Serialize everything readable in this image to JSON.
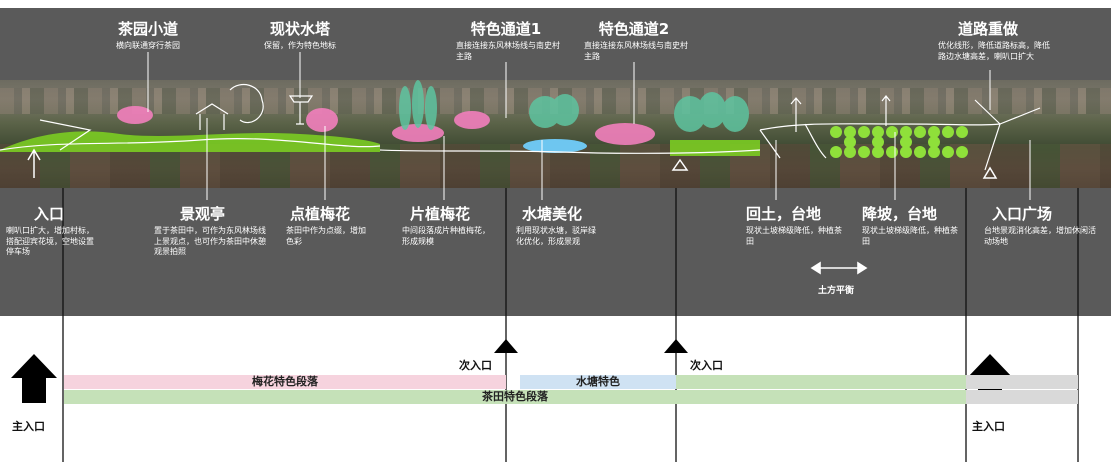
{
  "top_features": [
    {
      "title": "茶园小道",
      "desc": "横向联通穿行茶园"
    },
    {
      "title": "现状水塔",
      "desc": "保留，作为特色地标"
    },
    {
      "title": "特色通道1",
      "desc": "直接连接东风林场线与南史村主路"
    },
    {
      "title": "特色通道2",
      "desc": "直接连接东风林场线与南史村主路"
    },
    {
      "title": "道路重做",
      "desc": "优化线形，降低道路标高，降低路边水塘高差，喇叭口扩大"
    }
  ],
  "bottom_features": [
    {
      "title": "入口",
      "desc": "喇叭口扩大，增加村标，搭配迎宾花境，空地设置停车场"
    },
    {
      "title": "景观亭",
      "desc": "置于茶田中，可作为东风林场线上景观点，也可作为茶田中休憩观景拍照"
    },
    {
      "title": "点植梅花",
      "desc": "茶田中作为点缀，增加色彩"
    },
    {
      "title": "片植梅花",
      "desc": "中间段落成片种植梅花，形成规模"
    },
    {
      "title": "水塘美化",
      "desc": "利用现状水塘，驳岸绿化优化，形成景观"
    },
    {
      "title": "回土，台地",
      "desc": "现状土坡梯级降低，种植茶田"
    },
    {
      "title": "降坡，台地",
      "desc": "现状土坡梯级降低，种植茶田"
    },
    {
      "title": "入口广场",
      "desc": "台地景观消化高差，增加休闲活动场地"
    }
  ],
  "balance_label": "土方平衡",
  "segments": {
    "plum": "梅花特色段落",
    "pond": "水塘特色",
    "tea": "茶田特色段落"
  },
  "entrances": {
    "main_left": "主入口",
    "main_right": "主入口",
    "secondary_1": "次入口",
    "secondary_2": "次入口"
  },
  "colors": {
    "panel": "#5a5a5a",
    "plum_band": "#f6d3de",
    "pond_band": "#cfe2f3",
    "tea_band": "#c5e1b8",
    "grey_band": "#d9d9d9",
    "tea_green": "#7ed321",
    "plum_pink": "#f27fbd",
    "pond_blue": "#6ec6f0"
  }
}
